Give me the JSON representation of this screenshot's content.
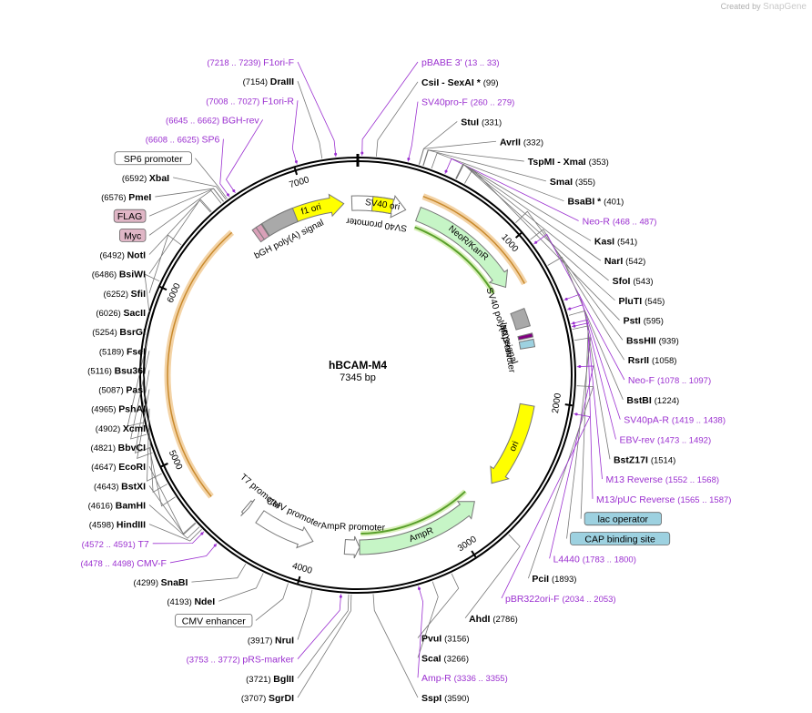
{
  "credit": {
    "prefix": "Created by",
    "brand": "SnapGene"
  },
  "map": {
    "name": "hBCAM-M4",
    "length_bp": 7345,
    "length_label": "7345 bp",
    "ticks": [
      "1000",
      "2000",
      "3000",
      "4000",
      "5000",
      "6000",
      "7000"
    ]
  },
  "features": [
    {
      "label": "f1 ori",
      "start": 6800,
      "end": 7250,
      "dir": 1,
      "color": "#ffff00",
      "type": "arrow"
    },
    {
      "label": "SV40 promoter",
      "start": 7305,
      "end": 330,
      "dir": 1,
      "color": "#ffffff",
      "type": "arrow"
    },
    {
      "label": "SV40 ori",
      "start": 100,
      "end": 236,
      "dir": 0,
      "color": "#ffff00",
      "type": "box"
    },
    {
      "label": "NeoR/KanR",
      "start": 420,
      "end": 1210,
      "dir": 1,
      "color": "#c6f5c6",
      "type": "arrow"
    },
    {
      "label": "SV40 poly(A) signal",
      "start": 1390,
      "end": 1510,
      "dir": 0,
      "color": "#a9a9a9",
      "type": "box"
    },
    {
      "label": "M13 rev",
      "start": 1560,
      "end": 1585,
      "dir": 0,
      "color": "#800080",
      "type": "box"
    },
    {
      "label": "lac promoter",
      "start": 1600,
      "end": 1650,
      "dir": 0,
      "color": "#9dd1e0",
      "type": "box"
    },
    {
      "label": "ori",
      "start": 2040,
      "end": 2630,
      "dir": 1,
      "color": "#ffff00",
      "type": "arrow"
    },
    {
      "label": "AmpR",
      "start": 2800,
      "end": 3660,
      "dir": -1,
      "color": "#c6f5c6",
      "type": "arrow"
    },
    {
      "label": "AmpR promoter",
      "start": 3660,
      "end": 3760,
      "dir": -1,
      "color": "#ffffff",
      "type": "arrow"
    },
    {
      "label": "CMV promoter",
      "start": 3980,
      "end": 4380,
      "dir": -1,
      "color": "#ffffff",
      "type": "arrow"
    },
    {
      "label": "T7 promoter",
      "start": 4476,
      "end": 4495,
      "dir": -1,
      "color": "#ffffff",
      "type": "arrow"
    },
    {
      "label": "bGH poly(A) signal",
      "start": 6685,
      "end": 6910,
      "dir": 0,
      "color": "#a9a9a9",
      "type": "box"
    },
    {
      "label": "",
      "start": 6610,
      "end": 6650,
      "dir": 0,
      "color": "#d9a0b8",
      "type": "box"
    },
    {
      "label": "",
      "start": 6640,
      "end": 6680,
      "dir": 0,
      "color": "#d9a0b8",
      "type": "box"
    }
  ],
  "orfs": [
    {
      "start": 410,
      "end": 1250,
      "color": "#f0c890"
    },
    {
      "start": 4700,
      "end": 6500,
      "color": "#f0c890"
    }
  ],
  "orf_green": [
    {
      "start": 430,
      "end": 1200,
      "dir": -1,
      "color": "#5aa02c"
    },
    {
      "start": 2800,
      "end": 3650,
      "dir": -1,
      "color": "#5aa02c"
    }
  ],
  "labels": [
    {
      "kind": "enzyme",
      "name": "CsiI",
      "suffix": " - SexAI *",
      "pos": "(99)",
      "bp": 99
    },
    {
      "kind": "primer",
      "name": "SV40pro-F",
      "pos": "(260 .. 279)",
      "bp": 270
    },
    {
      "kind": "enzyme",
      "name": "StuI",
      "pos": "(331)",
      "bp": 331
    },
    {
      "kind": "enzyme",
      "name": "AvrII",
      "pos": "(332)",
      "bp": 332
    },
    {
      "kind": "enzyme",
      "name": "TspMI",
      "suffix": " - XmaI",
      "pos": "(353)",
      "bp": 353
    },
    {
      "kind": "enzyme",
      "name": "SmaI",
      "pos": "(355)",
      "bp": 355
    },
    {
      "kind": "enzyme",
      "name": "BsaBI *",
      "pos": "(401)",
      "bp": 401
    },
    {
      "kind": "primer",
      "name": "Neo-R",
      "pos": "(468 .. 487)",
      "bp": 478
    },
    {
      "kind": "enzyme",
      "name": "KasI",
      "pos": "(541)",
      "bp": 541
    },
    {
      "kind": "enzyme",
      "name": "NarI",
      "pos": "(542)",
      "bp": 542
    },
    {
      "kind": "enzyme",
      "name": "SfoI",
      "pos": "(543)",
      "bp": 543
    },
    {
      "kind": "enzyme",
      "name": "PluTI",
      "pos": "(545)",
      "bp": 545
    },
    {
      "kind": "enzyme",
      "name": "PstI",
      "pos": "(595)",
      "bp": 595
    },
    {
      "kind": "enzyme",
      "name": "BssHII",
      "pos": "(939)",
      "bp": 939
    },
    {
      "kind": "enzyme",
      "name": "RsrII",
      "pos": "(1058)",
      "bp": 1058
    },
    {
      "kind": "primer",
      "name": "Neo-F",
      "pos": "(1078 .. 1097)",
      "bp": 1088
    },
    {
      "kind": "enzyme",
      "name": "BstBI",
      "pos": "(1224)",
      "bp": 1224
    },
    {
      "kind": "primer",
      "name": "SV40pA-R",
      "pos": "(1419 .. 1438)",
      "bp": 1428
    },
    {
      "kind": "primer",
      "name": "EBV-rev",
      "pos": "(1473 .. 1492)",
      "bp": 1482
    },
    {
      "kind": "enzyme",
      "name": "BstZ17I",
      "pos": "(1514)",
      "bp": 1514
    },
    {
      "kind": "primer",
      "name": "M13 Reverse",
      "pos": "(1552 .. 1568)",
      "bp": 1560
    },
    {
      "kind": "box",
      "name": "lac operator",
      "color": "#9dd1e0",
      "bp": 1590
    },
    {
      "kind": "primer",
      "name": "M13/pUC Reverse",
      "pos": "(1565 .. 1587)",
      "bp": 1576
    },
    {
      "kind": "box",
      "name": "CAP binding site",
      "color": "#9dd1e0",
      "bp": 1650
    },
    {
      "kind": "primer",
      "name": "L4440",
      "pos": "(1783 .. 1800)",
      "bp": 1791
    },
    {
      "kind": "enzyme",
      "name": "PciI",
      "pos": "(1893)",
      "bp": 1893
    },
    {
      "kind": "primer",
      "name": "pBR322ori-F",
      "pos": "(2034 .. 2053)",
      "bp": 2043
    },
    {
      "kind": "enzyme",
      "name": "AhdI",
      "pos": "(2786)",
      "bp": 2786
    },
    {
      "kind": "enzyme",
      "name": "PvuI",
      "pos": "(3156)",
      "bp": 3156
    },
    {
      "kind": "enzyme",
      "name": "ScaI",
      "pos": "(3266)",
      "bp": 3266
    },
    {
      "kind": "primer",
      "name": "Amp-R",
      "pos": "(3336 .. 3355)",
      "bp": 3345
    },
    {
      "kind": "enzyme",
      "name": "SspI",
      "pos": "(3590)",
      "bp": 3590
    },
    {
      "kind": "enzyme",
      "name": "SgrDI",
      "pos": "(3707)",
      "bp": 3707
    },
    {
      "kind": "enzyme",
      "name": "BglII",
      "pos": "(3721)",
      "bp": 3721
    },
    {
      "kind": "primer",
      "name": "pRS-marker",
      "pos": "(3753 .. 3772)",
      "bp": 3762
    },
    {
      "kind": "enzyme",
      "name": "NruI",
      "pos": "(3917)",
      "bp": 3917
    },
    {
      "kind": "box",
      "name": "CMV enhancer",
      "color": "#ffffff",
      "bp": 4050
    },
    {
      "kind": "enzyme",
      "name": "NdeI",
      "pos": "(4193)",
      "bp": 4193
    },
    {
      "kind": "enzyme",
      "name": "SnaBI",
      "pos": "(4299)",
      "bp": 4299
    },
    {
      "kind": "primer",
      "name": "CMV-F",
      "pos": "(4478 .. 4498)",
      "bp": 4488
    },
    {
      "kind": "primer",
      "name": "T7",
      "pos": "(4572 .. 4591)",
      "bp": 4581
    },
    {
      "kind": "enzyme",
      "name": "HindIII",
      "pos": "(4598)",
      "bp": 4598
    },
    {
      "kind": "enzyme",
      "name": "BamHI",
      "pos": "(4616)",
      "bp": 4616
    },
    {
      "kind": "enzyme",
      "name": "BstXI",
      "pos": "(4643)",
      "bp": 4643
    },
    {
      "kind": "enzyme",
      "name": "EcoRI",
      "pos": "(4647)",
      "bp": 4647
    },
    {
      "kind": "enzyme",
      "name": "BbvCI",
      "pos": "(4821)",
      "bp": 4821
    },
    {
      "kind": "enzyme",
      "name": "XcmI",
      "pos": "(4902)",
      "bp": 4902
    },
    {
      "kind": "enzyme",
      "name": "PshAI",
      "pos": "(4965)",
      "bp": 4965
    },
    {
      "kind": "enzyme",
      "name": "PasI",
      "pos": "(5087)",
      "bp": 5087
    },
    {
      "kind": "enzyme",
      "name": "Bsu36I",
      "pos": "(5116)",
      "bp": 5116
    },
    {
      "kind": "enzyme",
      "name": "FseI",
      "pos": "(5189)",
      "bp": 5189
    },
    {
      "kind": "enzyme",
      "name": "BsrGI",
      "pos": "(5254)",
      "bp": 5254
    },
    {
      "kind": "enzyme",
      "name": "SacII",
      "pos": "(6026)",
      "bp": 6026
    },
    {
      "kind": "enzyme",
      "name": "SfiI",
      "pos": "(6252)",
      "bp": 6252
    },
    {
      "kind": "enzyme",
      "name": "BsiWI",
      "pos": "(6486)",
      "bp": 6486
    },
    {
      "kind": "enzyme",
      "name": "NotI",
      "pos": "(6492)",
      "bp": 6492
    },
    {
      "kind": "box",
      "name": "Myc",
      "color": "#e0b6c6",
      "bp": 6560
    },
    {
      "kind": "box",
      "name": "FLAG",
      "color": "#e0b6c6",
      "bp": 6575
    },
    {
      "kind": "enzyme",
      "name": "PmeI",
      "pos": "(6576)",
      "bp": 6576
    },
    {
      "kind": "enzyme",
      "name": "XbaI",
      "pos": "(6592)",
      "bp": 6592
    },
    {
      "kind": "box",
      "name": "SP6 promoter",
      "color": "#ffffff",
      "bp": 6600
    },
    {
      "kind": "primer",
      "name": "SP6",
      "pos": "(6608 .. 6625)",
      "bp": 6616
    },
    {
      "kind": "primer",
      "name": "BGH-rev",
      "pos": "(6645 .. 6662)",
      "bp": 6653
    },
    {
      "kind": "primer",
      "name": "F1ori-R",
      "pos": "(7008 .. 7027)",
      "bp": 7017
    },
    {
      "kind": "enzyme",
      "name": "DraIII",
      "pos": "(7154)",
      "bp": 7154
    },
    {
      "kind": "primer",
      "name": "F1ori-F",
      "pos": "(7218 .. 7239)",
      "bp": 7228
    },
    {
      "kind": "primer",
      "name": "pBABE 3'",
      "pos": "(13 .. 33)",
      "bp": 23
    }
  ]
}
